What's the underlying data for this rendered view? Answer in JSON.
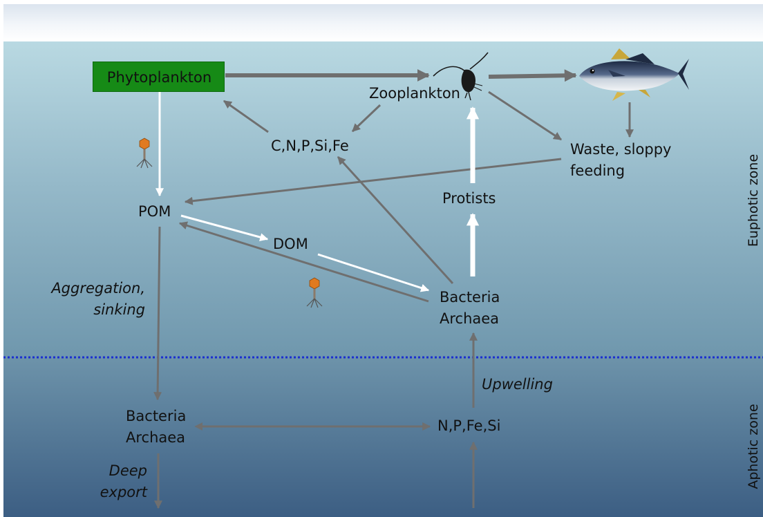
{
  "nodes": {
    "phytoplankton": "Phytoplankton",
    "zooplankton": "Zooplankton",
    "nutrients_surface": "C,N,P,Si,Fe",
    "waste": [
      "Waste, sloppy",
      "feeding"
    ],
    "pom": "POM",
    "dom": "DOM",
    "protists": "Protists",
    "bacteria_surface": [
      "Bacteria",
      "Archaea"
    ],
    "bacteria_deep": [
      "Bacteria",
      "Archaea"
    ],
    "nutrients_deep": "N,P,Fe,Si"
  },
  "labels": {
    "aggregation": [
      "Aggregation,",
      "sinking"
    ],
    "upwelling": "Upwelling",
    "deep_export": [
      "Deep",
      "export"
    ]
  },
  "zones": {
    "euphotic": "Euphotic zone",
    "aphotic": "Aphotic zone"
  },
  "icons": [
    "phytoplankton-box",
    "copepod-icon",
    "tuna-fish-icon",
    "bacteriophage-icon"
  ],
  "colors": {
    "phytoplankton_box": "#168a16",
    "grey_arrow": "#6f6f6f",
    "white_arrow": "#ffffff",
    "zone_boundary": "#1a2fd0"
  }
}
